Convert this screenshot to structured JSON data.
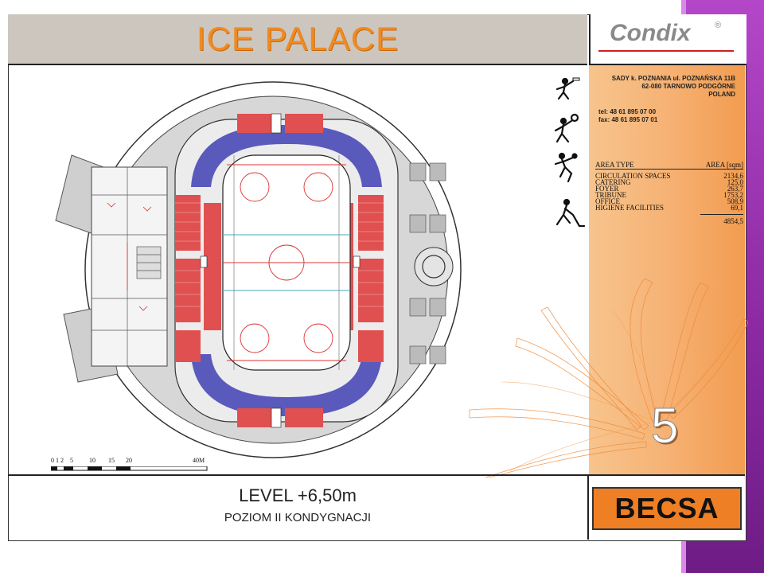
{
  "header": {
    "title": "ICE PALACE",
    "logo": "Condix",
    "logo_mark": "®"
  },
  "contact": {
    "address_line1": "SADY k. POZNANIA ul. POZNAŃSKA 11B",
    "address_line2": "62-080 TARNOWO PODGÓRNE",
    "country": "POLAND",
    "tel": "tel:   48 61 895 07 00",
    "fax": "fax:  48 61 895 07 01"
  },
  "area_table": {
    "header_type": "AREA TYPE",
    "header_area": "AREA [sqm]",
    "rows": [
      {
        "label": "CIRCULATION SPACES",
        "value": "2134,6"
      },
      {
        "label": "CATERING",
        "value": "125,0"
      },
      {
        "label": "FOYER",
        "value": "263,7"
      },
      {
        "label": "TRIBUNE",
        "value": "1753,2"
      },
      {
        "label": "OFFICE",
        "value": "508,9"
      },
      {
        "label": "HIGIENE FACILITIES",
        "value": "69,1"
      }
    ],
    "total": "4854,5"
  },
  "sport_icons": [
    "basketball-player-icon",
    "volleyball-player-icon",
    "handball-player-icon",
    "hockey-player-icon"
  ],
  "page_number": "5",
  "level": {
    "title": "LEVEL +6,50m",
    "subtitle": "POZIOM II KONDYGNACJI"
  },
  "brand_footer": "BECSA",
  "scale_bar": {
    "labels": [
      "0",
      "1",
      "2",
      "5",
      "10",
      "15",
      "20",
      "40M"
    ]
  },
  "colors": {
    "title": "#f08a20",
    "panel_orange": "#f6b274",
    "becsa_orange": "#ef7f24",
    "seats_red": "#e05050",
    "seats_blue": "#4a4ab8",
    "purple_frame": "#9a33b4"
  }
}
